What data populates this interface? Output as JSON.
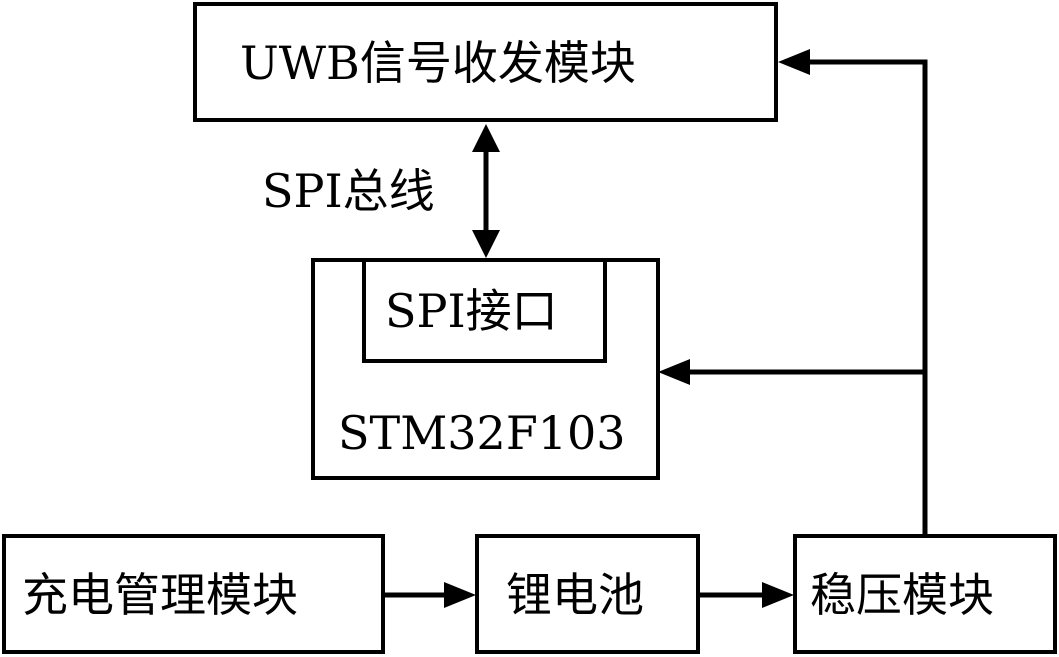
{
  "blocks": {
    "uwb": "UWB信号收发模块",
    "spi_interface": "SPI接口",
    "mcu": "STM32F103",
    "charge": "充电管理模块",
    "battery": "锂电池",
    "regulator": "稳压模块"
  },
  "bus_label": "SPI总线",
  "colors": {
    "line": "#000000",
    "background": "#ffffff"
  }
}
